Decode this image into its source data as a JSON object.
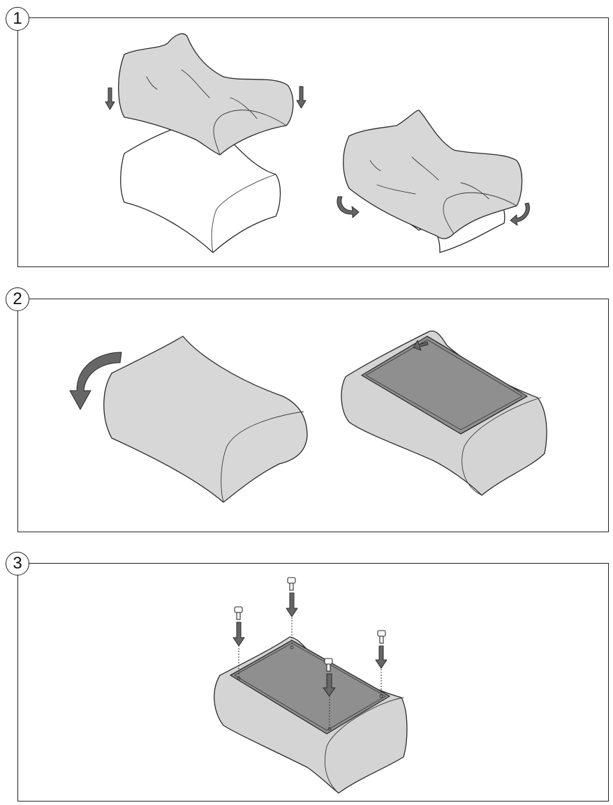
{
  "steps": [
    {
      "number": "1"
    },
    {
      "number": "2"
    },
    {
      "number": "3"
    }
  ],
  "colors": {
    "cover": "#d7d7d7",
    "plate": "#8f8f8f",
    "arrow": "#666666",
    "outline": "#2a2a2a"
  },
  "icons": [
    "down-arrow-icon",
    "curved-arrow-icon",
    "screw-icon"
  ]
}
